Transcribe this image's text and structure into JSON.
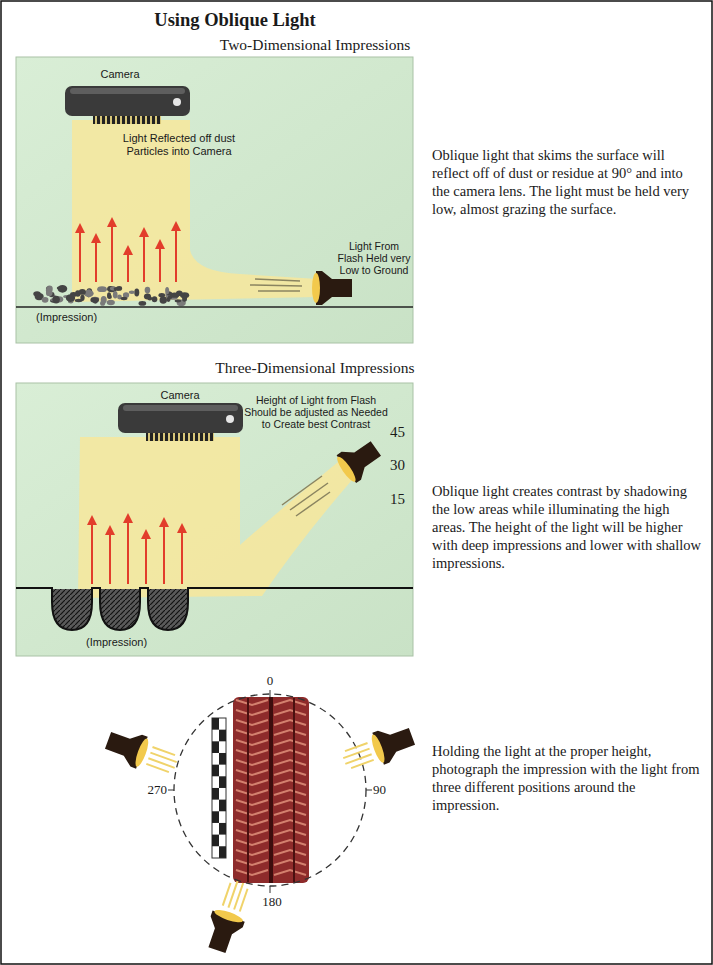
{
  "diagram": {
    "title": "Using Oblique Light",
    "nodes": [
      {
        "text": [
          "Camera",
          "Light Reflected off dust Particles into Camera",
          "Light From Flash Held very Low to Ground",
          "(Impression)"
        ]
      },
      {
        "text": [
          "Camera",
          "Height of Light from Flash Should be adjusted as Needed to Create best Contrast",
          "45",
          "30",
          "15",
          "(Impression)"
        ]
      }
    ],
    "labels": [
      "Two-Dimensional Impressions",
      "Oblique light that skims the surface will reflect off of dust or residue at 90° and into the camera lens. The light must be held very low, almost grazing the surface.",
      "Three-Dimensional Impressions",
      "Oblique light creates contrast by shadowing the low areas while illuminating the high areas. The height of the light will be higher with deep impressions and lower with shallow impressions.",
      "0",
      "90",
      "180",
      "270",
      "Holding the light at the proper height, photograph the impression with the light from three different positions around the impression."
    ]
  }
}
